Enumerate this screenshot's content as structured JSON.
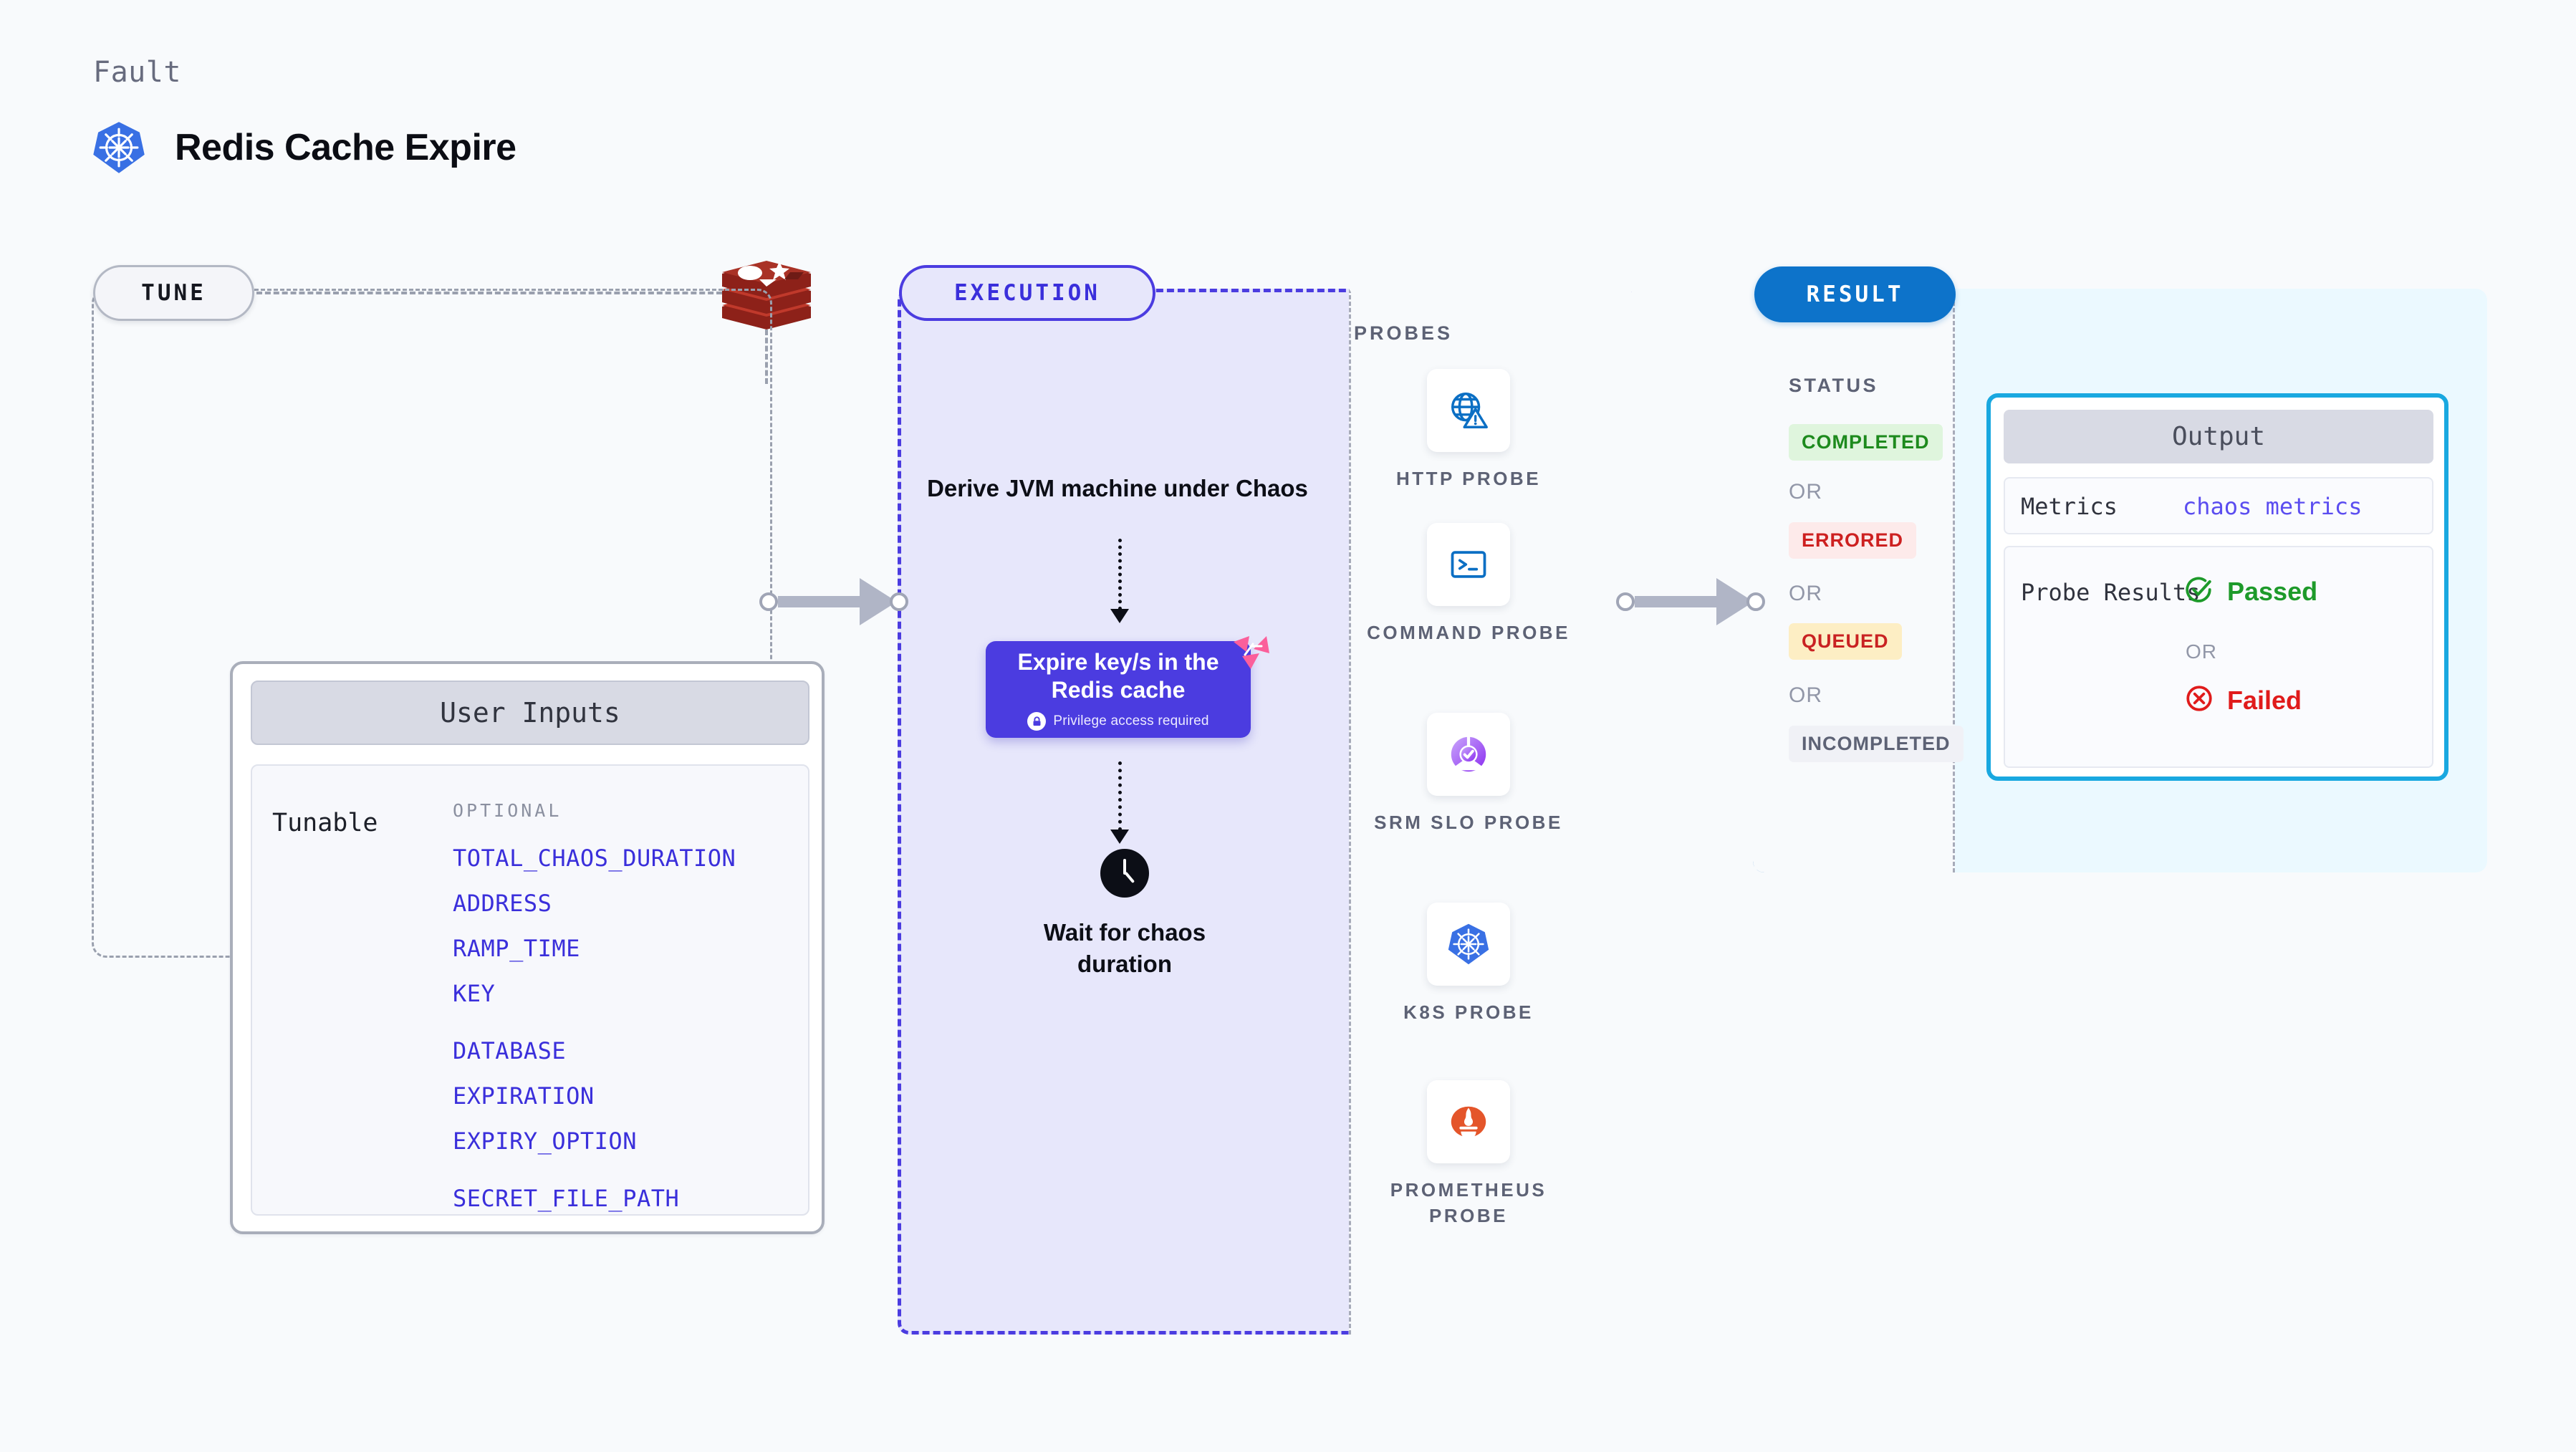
{
  "header": {
    "eyebrow": "Fault",
    "title": "Redis Cache Expire",
    "logo_icon": "kubernetes-icon"
  },
  "tune": {
    "pill_label": "TUNE",
    "source_icon": "redis-icon",
    "card_title": "User Inputs",
    "row_label": "Tunable",
    "optional_label": "OPTIONAL",
    "tunables": [
      "TOTAL_CHAOS_DURATION",
      "ADDRESS",
      "RAMP_TIME",
      "KEY",
      "DATABASE",
      "EXPIRATION",
      "EXPIRY_OPTION",
      "SECRET_FILE_PATH"
    ]
  },
  "execution": {
    "pill_label": "EXECUTION",
    "step_derive": "Derive JVM machine under Chaos",
    "action_card": {
      "title": "Expire key/s in the Redis cache",
      "badge_label": "Privilege access required",
      "badge_icon": "lock-icon",
      "corner_icon": "chaos-badge-icon"
    },
    "step_wait": "Wait for chaos duration",
    "wait_icon": "clock-icon"
  },
  "probes": {
    "title": "PROBES",
    "items": [
      {
        "label": "HTTP PROBE",
        "icon": "globe-warning-icon"
      },
      {
        "label": "COMMAND PROBE",
        "icon": "terminal-icon"
      },
      {
        "label": "SRM SLO PROBE",
        "icon": "srm-slo-icon"
      },
      {
        "label": "K8S PROBE",
        "icon": "kubernetes-icon"
      },
      {
        "label": "PROMETHEUS PROBE",
        "icon": "prometheus-icon"
      }
    ]
  },
  "result": {
    "pill_label": "RESULT",
    "status_title": "STATUS",
    "or_label": "OR",
    "statuses": [
      {
        "label": "COMPLETED",
        "bg": "#dff5dd",
        "color": "#1d8a1d"
      },
      {
        "label": "ERRORED",
        "bg": "#fdeaea",
        "color": "#cd2020"
      },
      {
        "label": "QUEUED",
        "bg": "#fdeec4",
        "color": "#c92222"
      },
      {
        "label": "INCOMPLETED",
        "bg": "#f0f1f6",
        "color": "#5d6275"
      }
    ],
    "output": {
      "title": "Output",
      "metrics_label": "Metrics",
      "metrics_value": "chaos metrics",
      "probe_results_label": "Probe Results",
      "passed_label": "Passed",
      "failed_label": "Failed",
      "or_label": "OR",
      "passed_icon": "check-circle-icon",
      "failed_icon": "x-circle-icon"
    }
  },
  "colors": {
    "accent_purple": "#4b3ce0",
    "accent_blue": "#0d73ca",
    "cyan": "#19a8e0",
    "green": "#1d8a1d",
    "red": "#cd2020",
    "pink": "#fb5f9b",
    "redis_red": "#a32b22"
  }
}
